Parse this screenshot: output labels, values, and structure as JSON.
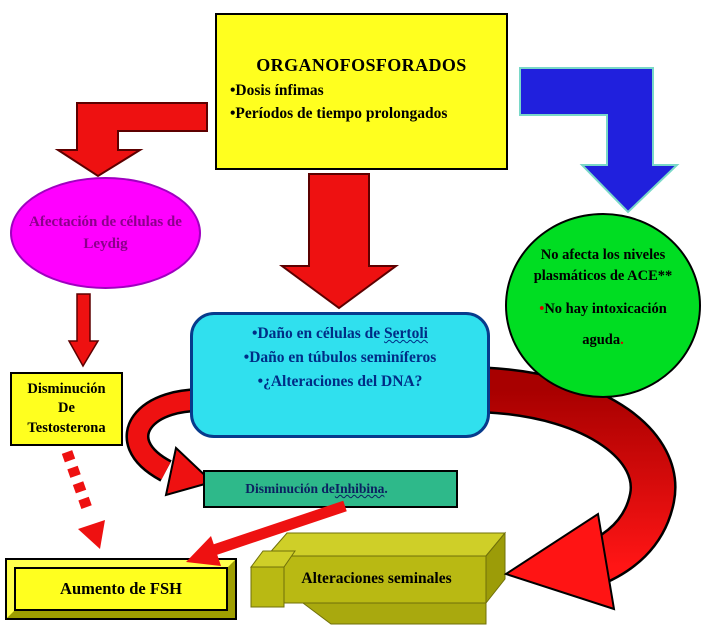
{
  "diagram": {
    "top_box": {
      "title": "ORGANOFOSFORADOS",
      "bullet1": "•Dosis ínfimas",
      "bullet2": "•Períodos de tiempo prolongados"
    },
    "leydig_ellipse": {
      "line1": "Afectación de células de",
      "line2": "Leydig"
    },
    "green_circle": {
      "line1": "No afecta los niveles",
      "line2": "plasmáticos de ACE**",
      "bullet": "•",
      "line3": "No hay intoxicación",
      "line4": "aguda",
      "period": "."
    },
    "sertoli_box": {
      "item1_prefix": "•Daño en células de ",
      "item1_word": "Sertoli",
      "item2": "•Daño en túbulos seminíferos",
      "item3": "•¿Alteraciones del DNA?"
    },
    "testosterona_box": {
      "line1": "Disminución",
      "line2": "De",
      "line3": "Testosterona"
    },
    "inhibina_box": {
      "prefix": "Disminución de ",
      "word": "Inhibina",
      "suffix": "."
    },
    "fsh_box": {
      "label": "Aumento de FSH"
    },
    "seminales_box": {
      "label": "Alteraciones seminales"
    },
    "colors": {
      "background": "#ffffff",
      "top_box_fill": "#ffff1f",
      "leydig_fill": "#ff00ff",
      "leydig_text": "#8b008b",
      "green_circle_fill": "#00dd22",
      "sertoli_fill": "#30e0ee",
      "sertoli_text": "#002d86",
      "inhibina_fill": "#2eb98a",
      "fsh_fill": "#ffff1f",
      "seminales_fill": "#b9b913",
      "arrow_red": "#ee1111",
      "arrow_red_dark": "#b00000",
      "arrow_blue": "#2020dd",
      "accent_red": "#dd0000"
    }
  }
}
